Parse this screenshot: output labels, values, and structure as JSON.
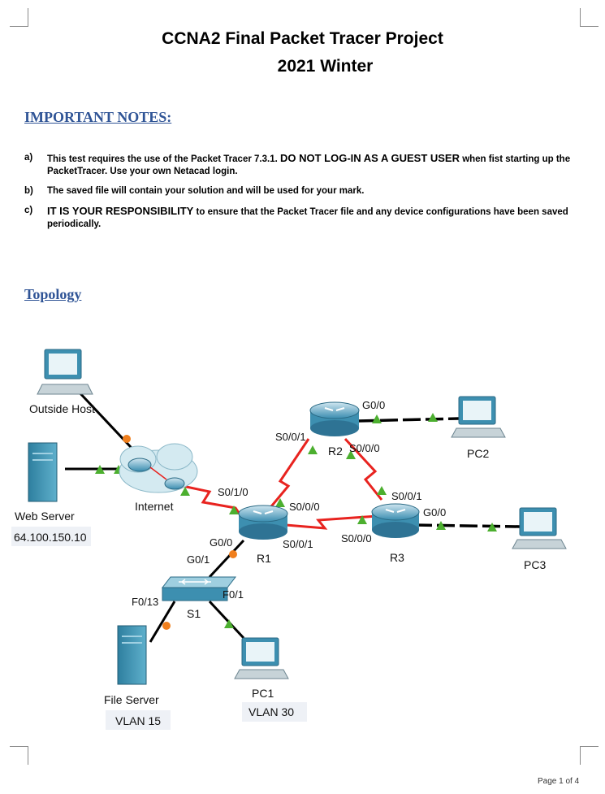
{
  "title": {
    "line1": "CCNA2 Final Packet Tracer Project",
    "line2": "2021 Winter"
  },
  "important_notes": {
    "heading": "IMPORTANT NOTES:",
    "items": [
      {
        "letter": "a)",
        "text_part1": "This test requires the use of the Packet Tracer 7.3.1. ",
        "emphasis": "DO NOT LOG-IN AS A GUEST USER",
        "text_part2": " when fist starting up the PacketTracer. Use your own Netacad login."
      },
      {
        "letter": "b)",
        "text": "The saved file will contain your solution and will be used for your mark."
      },
      {
        "letter": "c)",
        "emphasis": "IT IS YOUR RESPONSIBILITY",
        "text_part2": " to ensure that the Packet Tracer file and any device configurations have been saved periodically."
      }
    ]
  },
  "topology": {
    "heading": "Topology",
    "devices": {
      "outside_host": "Outside Host",
      "web_server": "Web Server",
      "web_server_ip": "64.100.150.10",
      "internet": "Internet",
      "r1": "R1",
      "r2": "R2",
      "r3": "R3",
      "pc1": "PC1",
      "pc1_vlan": "VLAN 30",
      "pc2": "PC2",
      "pc3": "PC3",
      "s1": "S1",
      "file_server": "File Server",
      "file_server_vlan": "VLAN 15"
    },
    "interfaces": {
      "r1_s010": "S0/1/0",
      "r1_s000": "S0/0/0",
      "r1_s001": "S0/0/1",
      "r1_g00": "G0/0",
      "r2_s001": "S0/0/1",
      "r2_s000": "S0/0/0",
      "r2_g00": "G0/0",
      "r3_s001": "S0/0/1",
      "r3_s000": "S0/0/0",
      "r3_g00": "G0/0",
      "s1_g01": "G0/1",
      "s1_f013": "F0/13",
      "s1_f01": "F0/1"
    },
    "colors": {
      "serial_link": "#e8231f",
      "ethernet_link": "#000000",
      "link_up": "#4caf2f",
      "link_orange": "#f07f1d",
      "device_blue": "#3d8fb0"
    }
  },
  "footer": {
    "page": "Page 1 of 4"
  }
}
